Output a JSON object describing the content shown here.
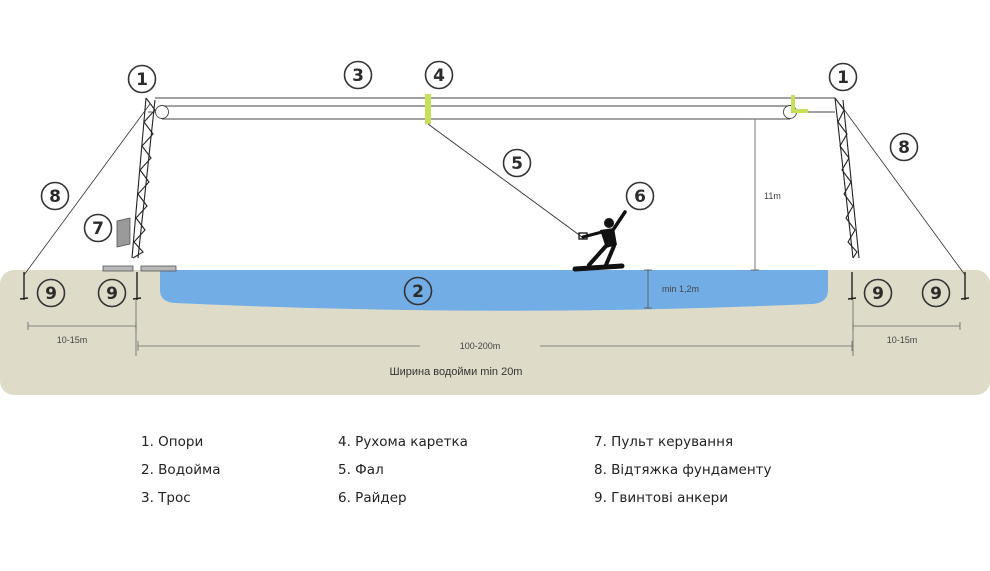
{
  "markers": {
    "support_left": "1",
    "support_right": "1",
    "reservoir": "2",
    "cable": "3",
    "carriage": "4",
    "rope": "5",
    "rider": "6",
    "control_panel": "7",
    "guy_left": "8",
    "guy_right": "8",
    "anchor_far_left": "9",
    "anchor_left": "9",
    "anchor_right": "9",
    "anchor_far_right": "9"
  },
  "dimensions": {
    "height": "11m",
    "depth": "min 1,2m",
    "span": "100-200m",
    "guy_left": "10-15m",
    "guy_right": "10-15m",
    "width_note": "Ширина водойми min 20m"
  },
  "legend": {
    "col1": [
      "1. Опори",
      "2. Водойма",
      "3. Трос"
    ],
    "col2": [
      "4. Рухома каретка",
      "5. Фал",
      "6. Райдер"
    ],
    "col3": [
      "7. Пульт керування",
      "8. Відтяжка фундаменту",
      "9. Гвинтові анкери"
    ]
  },
  "colors": {
    "ground": "#dedcc8",
    "water": "#72ade6",
    "carriage": "#c6e05a",
    "structure": "#222222"
  }
}
